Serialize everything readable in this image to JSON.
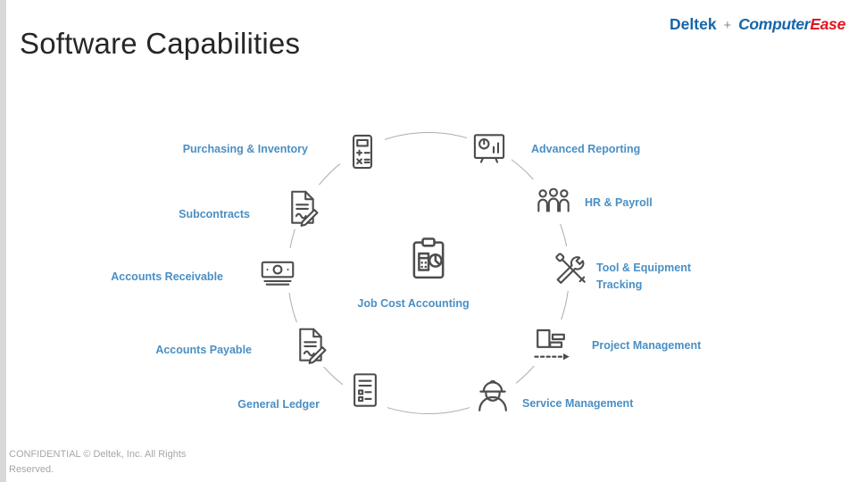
{
  "slide": {
    "title": "Software Capabilities",
    "footer": {
      "line1": "CONFIDENTIAL © Deltek, Inc. All Rights",
      "line2": "Reserved."
    }
  },
  "logo": {
    "deltek": "Deltek",
    "plus": "+",
    "computer": "Computer",
    "ease": "Ease"
  },
  "diagram": {
    "center_label": "Job Cost Accounting",
    "labels": {
      "purchasing_inventory": "Purchasing & Inventory",
      "subcontracts": "Subcontracts",
      "accounts_receivable": "Accounts Receivable",
      "accounts_payable": "Accounts Payable",
      "general_ledger": "General Ledger",
      "advanced_reporting": "Advanced Reporting",
      "hr_payroll": "HR & Payroll",
      "tool_equipment_tracking": "Tool & Equipment Tracking",
      "project_management": "Project Management",
      "service_management": "Service Management"
    },
    "icons": {
      "purchasing_inventory": "calculator-icon",
      "advanced_reporting": "dashboard-report-icon",
      "hr_payroll": "people-icon",
      "tool_equipment_tracking": "crossed-tools-icon",
      "project_management": "gantt-chart-arrow-icon",
      "service_management": "construction-worker-icon",
      "general_ledger": "checklist-document-icon",
      "accounts_payable": "document-signature-pen-icon",
      "accounts_receivable": "banknote-stack-icon",
      "subcontracts": "contract-pen-icon",
      "center": "clipboard-calculator-piechart-icon"
    }
  },
  "colors": {
    "label_blue": "#4A8FC4",
    "title_color": "#262626",
    "icon_gray": "#4D4D4D",
    "circle_gray": "#ADADAD",
    "logo_blue": "#1665A9",
    "logo_red": "#E0161F",
    "logo_plus_gray": "#8C8C8C",
    "footer_gray": "#A6A6A6",
    "left_strip_gray": "#D8D8D8"
  }
}
